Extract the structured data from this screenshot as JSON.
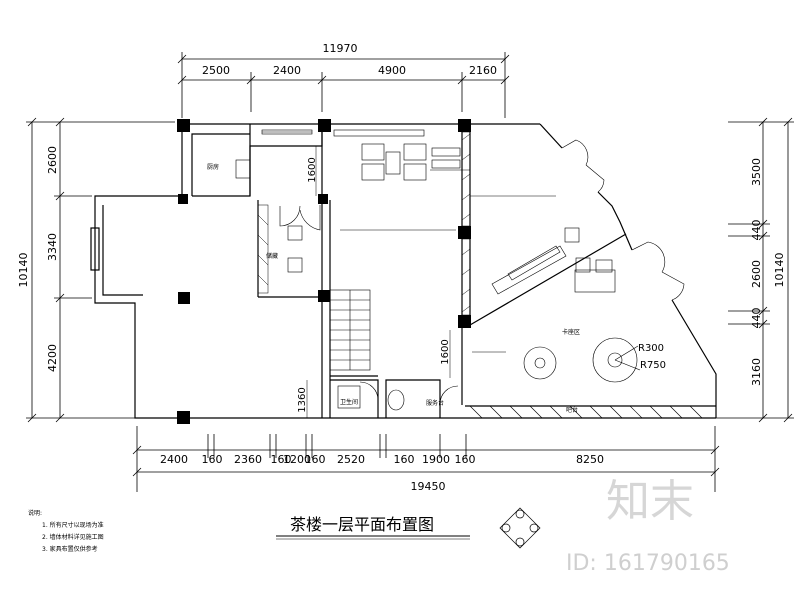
{
  "plan": {
    "title": "茶楼一层平面布置图",
    "top_total": "11970",
    "top_segments": [
      "2500",
      "2400",
      "4900",
      "2160"
    ],
    "bottom_total": "19450",
    "bottom_segments": [
      "2400",
      "160",
      "2360",
      "160",
      "1200",
      "160",
      "2520",
      "160",
      "1900",
      "160",
      "8250"
    ],
    "left_total": "10140",
    "left_segments": [
      "2600",
      "3340",
      "4200"
    ],
    "right_total": "10140",
    "right_segments": [
      "3500",
      "440",
      "2600",
      "440",
      "3160"
    ],
    "inner_dims": [
      "1600",
      "1600",
      "1360"
    ],
    "radius_labels": [
      "R300",
      "R750"
    ],
    "room_labels": [
      "厨房",
      "储藏",
      "卫生间",
      "服务台",
      "吧台",
      "卡座区"
    ],
    "notes_heading": "说明:",
    "notes": [
      "1. 所有尺寸以现场为准",
      "2. 墙体材料详见施工图",
      "3. 家具布置仅供参考"
    ]
  },
  "watermark": {
    "brand": "知末",
    "id_text": "ID: 161790165"
  }
}
